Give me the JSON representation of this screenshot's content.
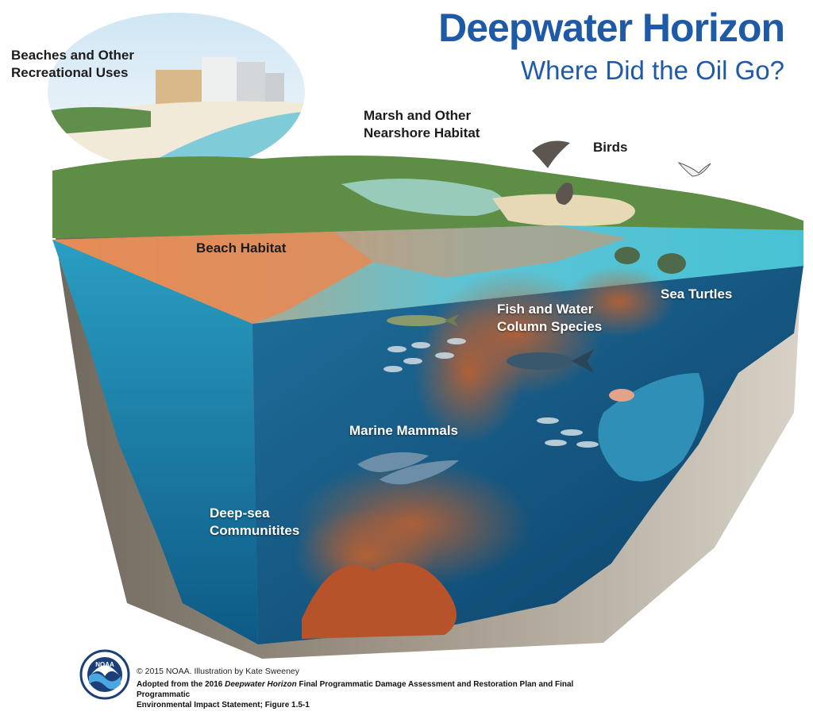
{
  "title": "Deepwater Horizon",
  "subtitle": "Where Did the Oil Go?",
  "labels": {
    "beaches": [
      "Beaches and Other",
      "Recreational Uses"
    ],
    "marsh": [
      "Marsh and Other",
      "Nearshore Habitat"
    ],
    "birds": "Birds",
    "beach_habitat": "Beach Habitat",
    "sea_turtles": "Sea Turtles",
    "fish": [
      "Fish and Water",
      "Column Species"
    ],
    "marine_mammals": "Marine Mammals",
    "deep_sea": [
      "Deep-sea",
      "Communitites"
    ]
  },
  "logo": {
    "text": "NOAA",
    "icon": "noaa-seal-icon"
  },
  "credit": "© 2015 NOAA.  Illustration by Kate Sweeney",
  "source": {
    "prefix": "Adopted from the 2016 ",
    "italic": "Deepwater Horizon",
    "suffix": " Final Programmatic Damage Assessment and Restoration Plan and Final Programmatic",
    "line2": "Environmental Impact Statement; Figure 1.5-1"
  },
  "colors": {
    "title_blue": "#1f5aa6",
    "water_deep": "#0d4f78",
    "water_light": "#2aa9c9",
    "oil": "#c8622e",
    "sand": "#e3945c",
    "grass": "#4f7d3a",
    "rock": "#8a8377"
  }
}
